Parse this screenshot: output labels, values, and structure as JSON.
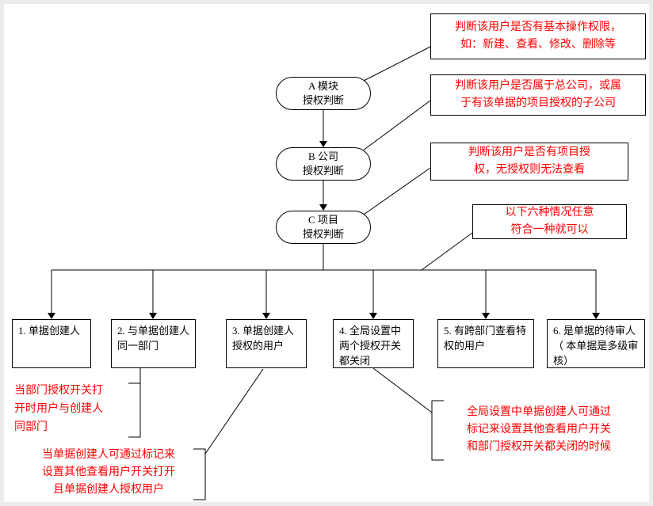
{
  "nodes": {
    "ovals": [
      {
        "line1": "A 模块",
        "line2": "授权判断"
      },
      {
        "line1": "B 公司",
        "line2": "授权判断"
      },
      {
        "line1": "C 项目",
        "line2": "授权判断"
      }
    ],
    "boxes": [
      "1.  单据创建人",
      "2.  与单据创建人同一部门",
      "3.  单据创建人授权的用户",
      "4.  全局设置中两个授权开关都关闭",
      "5.  有跨部门查看特权的用户",
      "6.  是单据的待审人（ 本单据是多级审核）"
    ]
  },
  "annotations": {
    "module_permission": {
      "line1": "判断该用户是否有基本操作权限，",
      "line2": "如：新建、查看、修改、删除等"
    },
    "company_permission": {
      "line1": "判断该用户是否属于总公司，或属",
      "line2": "于有该单据的项目授权的子公司"
    },
    "project_permission": {
      "line1": "判断该用户是否有项目授",
      "line2": "权，无授权则无法查看"
    },
    "six_cases": {
      "line1": "以下六种情况任意",
      "line2": "符合一种就可以"
    },
    "dept_switch": {
      "line1": "当部门授权开关打",
      "line2": "开时用户与创建人",
      "line3": "同部门"
    },
    "creator_grant": {
      "line1": "当单据创建人可通过标记来",
      "line2": "设置其他查看用户开关打开",
      "line3": "且单据创建人授权用户"
    },
    "global_switch": {
      "line1": "全局设置中单据创建人可通过",
      "line2": "标记来设置其他查看用户开关",
      "line3": "和部门授权开关都关闭的时候"
    }
  },
  "colors": {
    "annotation_text": "#ff0000",
    "line": "#000000",
    "background": "#ffffff"
  }
}
